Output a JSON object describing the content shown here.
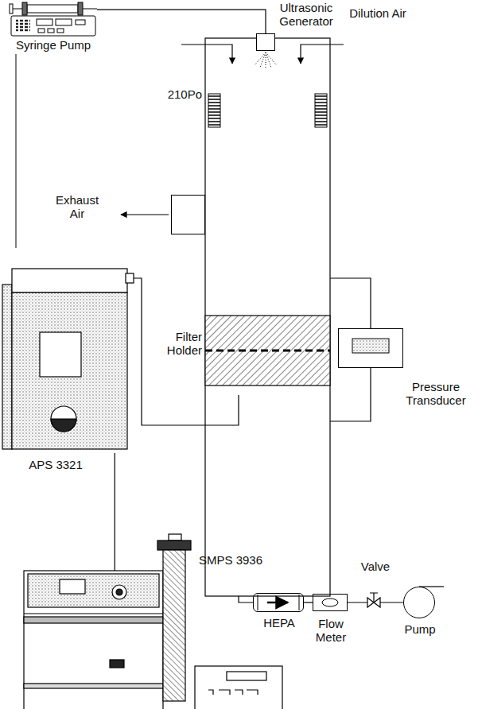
{
  "diagram": {
    "nodes": [
      {
        "text": [
          "Syringe Pump"
        ]
      },
      {
        "text": [
          "Ultrasonic Generator"
        ]
      },
      {
        "text": [
          "Exhaust Air"
        ]
      },
      {
        "text": [
          "Filter Holder"
        ]
      },
      {
        "text": [
          "Pressure Transducer"
        ]
      },
      {
        "text": [
          "APS 3321"
        ]
      },
      {
        "text": [
          "HEPA"
        ]
      },
      {
        "text": [
          "Flow Meter"
        ]
      },
      {
        "text": [
          "Pump"
        ]
      },
      {
        "text": [
          "SMPS 3936"
        ]
      }
    ],
    "edges": [
      {
        "from": 0,
        "to": 1,
        "arrow": "none"
      },
      {
        "from": 5,
        "to": 9,
        "arrow": "none"
      },
      {
        "from": 6,
        "to": 7,
        "arrow": "none"
      },
      {
        "from": 7,
        "to": 8,
        "arrow": "none"
      }
    ],
    "labels": [
      "Dilution Air",
      "210Po",
      "Valve"
    ]
  }
}
